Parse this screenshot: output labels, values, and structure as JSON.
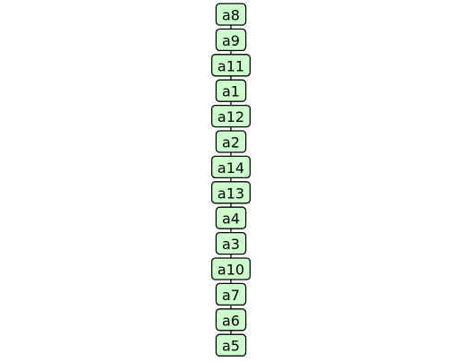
{
  "diagram": {
    "type": "chain",
    "nodes": [
      "a8",
      "a9",
      "a11",
      "a1",
      "a12",
      "a2",
      "a14",
      "a13",
      "a4",
      "a3",
      "a10",
      "a7",
      "a6",
      "a5"
    ],
    "edges": [
      [
        "a8",
        "a9"
      ],
      [
        "a9",
        "a11"
      ],
      [
        "a11",
        "a1"
      ],
      [
        "a1",
        "a12"
      ],
      [
        "a12",
        "a2"
      ],
      [
        "a2",
        "a14"
      ],
      [
        "a14",
        "a13"
      ],
      [
        "a13",
        "a4"
      ],
      [
        "a4",
        "a3"
      ],
      [
        "a3",
        "a10"
      ],
      [
        "a10",
        "a7"
      ],
      [
        "a7",
        "a6"
      ],
      [
        "a6",
        "a5"
      ]
    ],
    "node_fill": "#ccffcc",
    "node_stroke": "#000000",
    "edge_color": "#000000"
  }
}
